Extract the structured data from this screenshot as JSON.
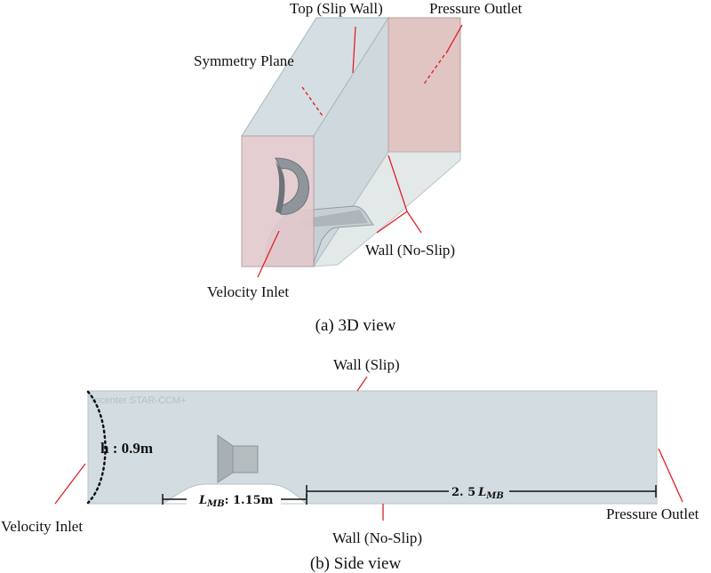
{
  "view_3d": {
    "caption": "(a) 3D view",
    "labels": {
      "top_slip_wall": "Top (Slip Wall)",
      "pressure_outlet": "Pressure Outlet",
      "symmetry_plane": "Symmetry Plane",
      "wall_no_slip": "Wall (No-Slip)",
      "velocity_inlet": "Velocity Inlet"
    }
  },
  "view_side": {
    "caption": "(b) Side view",
    "watermark": "mcenter STAR-CCM+",
    "labels": {
      "wall_slip": "Wall (Slip)",
      "wall_no_slip": "Wall (No-Slip)",
      "velocity_inlet": "Velocity Inlet",
      "pressure_outlet": "Pressure Outlet"
    },
    "dimensions": {
      "height": "h : 0.9m",
      "lmb_symbol": "L",
      "lmb_subscript": "MB",
      "lmb_value": ": 1.15m",
      "downstream_prefix": "2. 5",
      "downstream_symbol": "L",
      "downstream_subscript": "MB"
    }
  },
  "colors": {
    "domain_fill": "#d3dde1",
    "inlet_fill": "#e3c9cd",
    "outlet_fill": "#e1c5c3",
    "leader_line": "#e0202a"
  }
}
